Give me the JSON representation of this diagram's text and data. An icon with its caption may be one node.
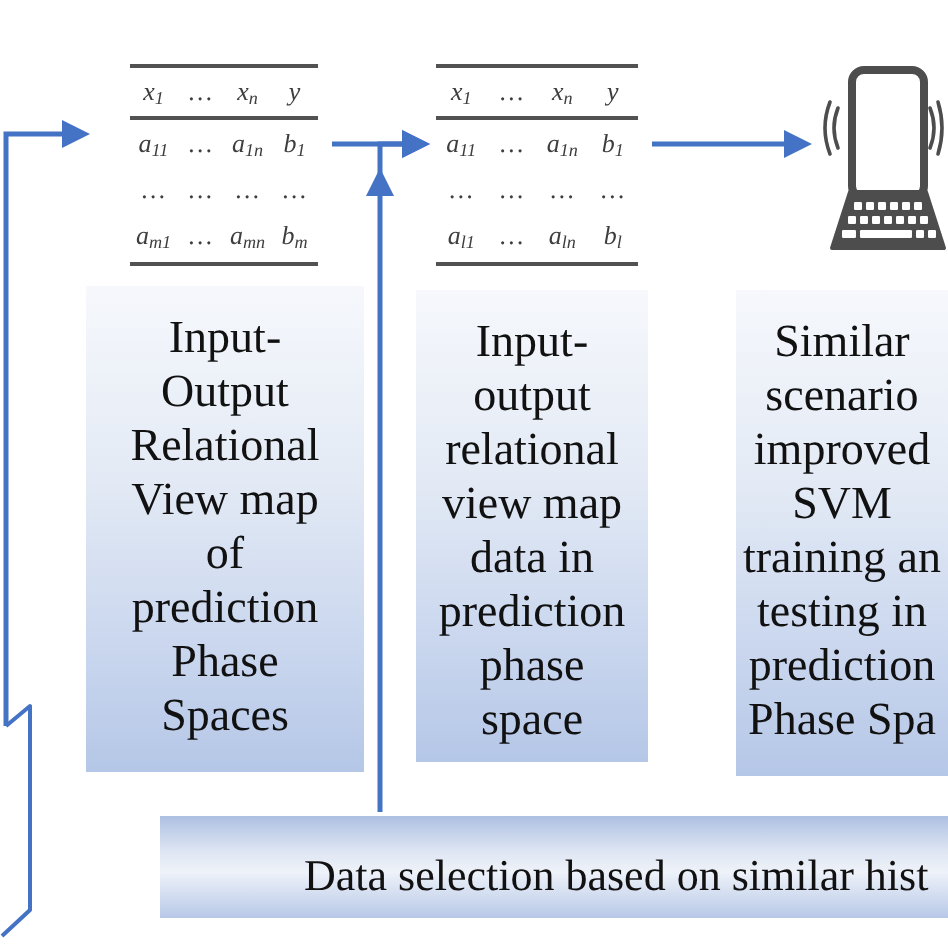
{
  "diagram": {
    "nodes": [
      {
        "text": [],
        "shape": "box"
      },
      {
        "text": [
          "x$_{1}$",
          "…",
          "x$_{n}$",
          "y",
          "a$_{11}$",
          "…",
          "a$_{1n}$",
          "b$_{1}$",
          "…",
          "…",
          "…",
          "…",
          "a$_{m1}$",
          "…",
          "a$_{mn}$",
          "b$_{m}$"
        ]
      },
      {
        "text": [
          "x$_{1}$",
          "…",
          "x$_{n}$",
          "y",
          "a$_{11}$",
          "…",
          "a$_{1n}$",
          "b$_{1}$",
          "…",
          "…",
          "…",
          "…",
          "a$_{l1}$",
          "…",
          "a$_{ln}$",
          "b$_{l}$"
        ]
      },
      {
        "text": [],
        "shape": "picture"
      },
      {
        "text": [
          "Input- Output Relational View map of prediction Phase Spaces"
        ]
      },
      {
        "text": [
          "Input- output relational view map data in prediction phase space"
        ]
      },
      {
        "text": [
          "Similar scenario improved SVM training an testing in prediction Phase Spa"
        ]
      },
      {
        "text": [
          "Data selection based on similar hist"
        ]
      }
    ],
    "edges": [
      {
        "from": 0,
        "to": 1,
        "arrow": "to"
      },
      {
        "from": 1,
        "to": 2,
        "arrow": "to"
      },
      {
        "from": 7,
        "to": 2,
        "arrow": "to"
      },
      {
        "from": 2,
        "to": 3,
        "arrow": "to"
      }
    ]
  }
}
